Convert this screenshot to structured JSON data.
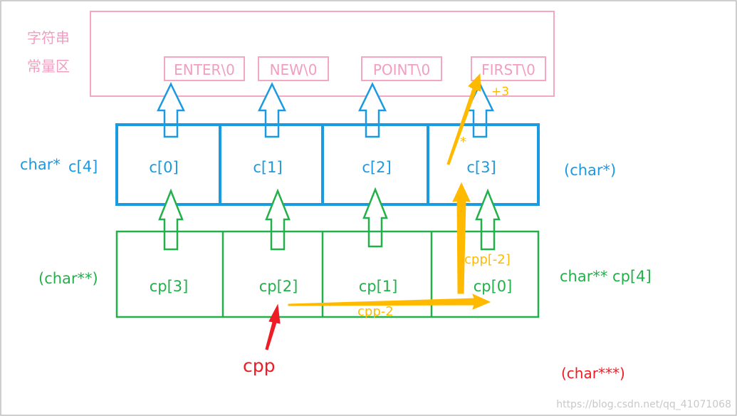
{
  "colors": {
    "pink": "#f4a6c3",
    "pink_text": "#f19ec0",
    "blue": "#1a9ae0",
    "green": "#22b04b",
    "orange": "#ffba00",
    "red": "#ee1c24",
    "frame": "#bdbdbd",
    "watermark": "#c8c8c8"
  },
  "const_region": {
    "label_line1": "字符串",
    "label_line2": "常量区",
    "strings": [
      "ENTER\\0",
      "NEW\\0",
      "POINT\\0",
      "FIRST\\0"
    ]
  },
  "c_array": {
    "type_label": "char*",
    "name_label": "c[4]",
    "cells": [
      "c[0]",
      "c[1]",
      "c[2]",
      "c[3]"
    ],
    "element_type": "(char*)"
  },
  "cp_array": {
    "type_label": "(char**)",
    "cells": [
      "cp[3]",
      "cp[2]",
      "cp[1]",
      "cp[0]"
    ],
    "decl_label": "char** cp[4]"
  },
  "pointer": {
    "name": "cpp",
    "type_label": "(char***)"
  },
  "annotations": {
    "cpp_minus_2": "cpp-2",
    "cpp_index": "cpp[-2]",
    "deref": "*",
    "plus_3": "+3"
  },
  "watermark": "https://blog.csdn.net/qq_41071068"
}
